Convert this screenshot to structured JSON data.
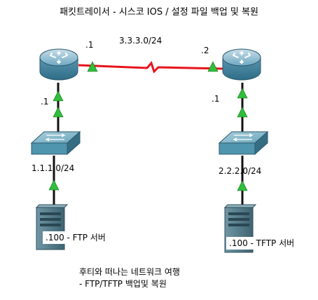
{
  "title": "패킷트레이서 - 시스코 IOS / 설정 파일 백업 및 복원",
  "link_network": "3.3.3.0/24",
  "r1_wan_ip": ".1",
  "r2_wan_ip": ".2",
  "r1_lan_ip": ".1",
  "r2_lan_ip": ".1",
  "net_left": "1.1.1.0/24",
  "net_right": "2.2.2.0/24",
  "ftp_server_label": ".100 - FTP 서버",
  "tftp_server_label": ".100 - TFTP 서버",
  "footer": {
    "line1": "후티와 떠나는 네트워크 여행",
    "line2": "- FTP/TFTP 백업및 복원"
  },
  "colors": {
    "serial_link": "#e8131b",
    "link_up": "#2fbf3a",
    "cable": "#111111",
    "router_body": "#5f9fbb",
    "switch_body": "#4f95ad",
    "server_body": "#4a6d79"
  }
}
